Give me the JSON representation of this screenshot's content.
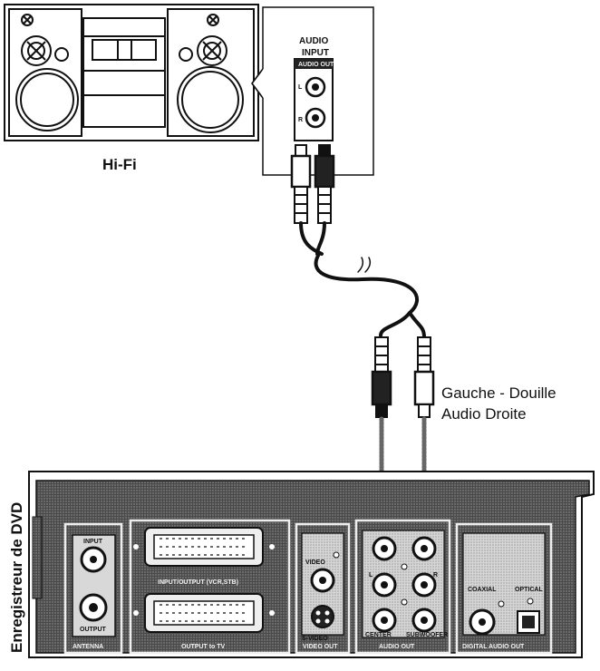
{
  "hifi": {
    "label": "Hi-Fi",
    "input_panel": {
      "title_line1": "AUDIO",
      "title_line2": "INPUT",
      "header": "AUDIO OUT",
      "jack_left": "L",
      "jack_right": "R"
    }
  },
  "cable": {
    "label_line1": "Gauche - Douille",
    "label_line2": "Audio Droite"
  },
  "recorder": {
    "device_label": "Enregistreur de DVD",
    "antenna": {
      "title": "ANTENNA",
      "input": "INPUT",
      "output": "OUTPUT"
    },
    "scart1": "INPUT/OUTPUT (VCR,STB)",
    "scart2": "OUTPUT to TV",
    "video": {
      "title": "VIDEO OUT",
      "jack": "VIDEO",
      "svideo": "S-VIDEO"
    },
    "audio": {
      "title": "AUDIO OUT",
      "left": "L",
      "right": "R",
      "bottom_left": "CENTER",
      "bottom_right": "SUBWOOFER"
    },
    "digital": {
      "title": "DIGITAL AUDIO OUT",
      "coaxial": "COAXIAL",
      "optical": "OPTICAL"
    }
  },
  "colors": {
    "ink": "#111111",
    "panel": "#3a3a3a",
    "paper": "#ffffff"
  }
}
